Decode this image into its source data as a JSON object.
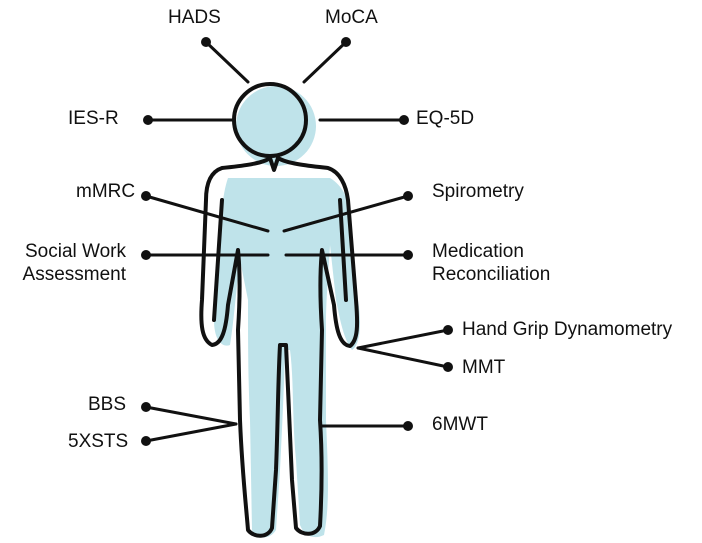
{
  "figure": {
    "labels": {
      "hads": "HADS",
      "moca": "MoCA",
      "iesr": "IES-R",
      "eq5d": "EQ-5D",
      "mmrc": "mMRC",
      "spirometry": "Spirometry",
      "social_work_line1": "Social Work",
      "social_work_line2": "Assessment",
      "medication_line1": "Medication",
      "medication_line2": "Reconciliation",
      "hand_grip": "Hand Grip Dynamometry",
      "mmt": "MMT",
      "bbs": "BBS",
      "fivexsts": "5XSTS",
      "sixmwt": "6MWT"
    },
    "colors": {
      "body_fill": "#bfe3ea",
      "outline": "#111111",
      "text": "#111111"
    }
  }
}
